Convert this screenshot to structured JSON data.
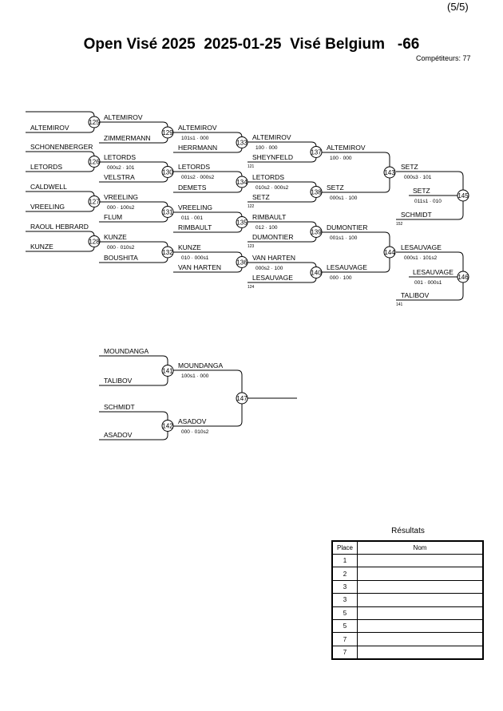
{
  "header": {
    "page": "(5/5)",
    "event": "Open Visé 2025",
    "date": "2025-01-25",
    "location": "Visé Belgium",
    "category": "-66",
    "competitors": "Compétiteurs: 77"
  },
  "bracket": {
    "round1": [
      {
        "id": "125",
        "top": "",
        "bottom": "ALTEMIROV"
      },
      {
        "id": "126",
        "top": "SCHONENBERGER",
        "bottom": "LETORDS"
      },
      {
        "id": "127",
        "top": "CALDWELL",
        "bottom": "VREELING"
      },
      {
        "id": "128",
        "top": "RAOUL HEBRARD",
        "bottom": "KUNZE"
      }
    ],
    "round2": [
      {
        "id": "129",
        "top": "ALTEMIROV",
        "top_score": "",
        "bottom": "ZIMMERMANN",
        "bottom_score": ""
      },
      {
        "id": "130",
        "top": "LETORDS",
        "top_score": "000s2 · 101",
        "bottom": "VELSTRA",
        "bottom_score": ""
      },
      {
        "id": "131",
        "top": "VREELING",
        "top_score": "000 · 100s2",
        "bottom": "FLUM",
        "bottom_score": ""
      },
      {
        "id": "132",
        "top": "KUNZE",
        "top_score": "000 · 010s2",
        "bottom": "BOUSHITA",
        "bottom_score": ""
      }
    ],
    "round3": [
      {
        "id": "133",
        "top": "ALTEMIROV",
        "top_score": "101s1 · 000",
        "bottom": "HERRMANN",
        "bottom_score": ""
      },
      {
        "id": "134",
        "top": "LETORDS",
        "top_score": "001s2 · 000s2",
        "bottom": "DEMETS",
        "bottom_score": ""
      },
      {
        "id": "135",
        "top": "VREELING",
        "top_score": "011 · 001",
        "bottom": "RIMBAULT",
        "bottom_score": ""
      },
      {
        "id": "136",
        "top": "KUNZE",
        "top_score": "010 · 000s1",
        "bottom": "VAN HARTEN",
        "bottom_score": ""
      }
    ],
    "round4": [
      {
        "id": "137",
        "top": "ALTEMIROV",
        "top_score": "100 · 000",
        "bottom": "SHEYNFELD",
        "bottom_score": "",
        "note": "121"
      },
      {
        "id": "138",
        "top": "LETORDS",
        "top_score": "010s2 · 000s2",
        "bottom": "SETZ",
        "bottom_score": "",
        "note": "122"
      },
      {
        "id": "139",
        "top": "RIMBAULT",
        "top_score": "012 · 100",
        "bottom": "DUMONTIER",
        "bottom_score": "",
        "note": "123"
      },
      {
        "id": "140",
        "top": "VAN HARTEN",
        "top_score": "000s2 · 100",
        "bottom": "LESAUVAGE",
        "bottom_score": "",
        "note": "124"
      }
    ],
    "round5": [
      {
        "id": "143",
        "top": "ALTEMIROV",
        "top_score": "100 · 000",
        "bottom": "SETZ",
        "bottom_score": "000s1 · 100"
      },
      {
        "id": "144",
        "top": "DUMONTIER",
        "top_score": "001s1 · 100",
        "bottom": "LESAUVAGE",
        "bottom_score": "000 · 100"
      }
    ],
    "round6": [
      {
        "id": "145",
        "top": "SETZ",
        "top_score": "000s3 · 101",
        "bottom": "SCHMIDT",
        "bottom_score": "",
        "mid": "SETZ",
        "mid_score": "011s1 · 010",
        "note": "152"
      },
      {
        "id": "146",
        "top": "LESAUVAGE",
        "top_score": "000s1 · 101s2",
        "bottom": "TALIBOV",
        "bottom_score": "",
        "mid": "LESAUVAGE",
        "mid_score": "001 · 000s1",
        "note": "141"
      }
    ],
    "final_block": [
      {
        "id": "141",
        "top": "MOUNDANGA",
        "bottom": "TALIBOV"
      },
      {
        "id": "142",
        "top": "SCHMIDT",
        "bottom": "ASADOV"
      }
    ],
    "final_round": [
      {
        "id": "147",
        "top": "MOUNDANGA",
        "top_score": "100s1 · 000",
        "bottom": "ASADOV",
        "bottom_score": "000 · 010s2"
      }
    ]
  },
  "results": {
    "title": "Résultats",
    "col_place": "Place",
    "col_name": "Nom",
    "rows": [
      {
        "place": "1",
        "name": ""
      },
      {
        "place": "2",
        "name": ""
      },
      {
        "place": "3",
        "name": ""
      },
      {
        "place": "3",
        "name": ""
      },
      {
        "place": "5",
        "name": ""
      },
      {
        "place": "5",
        "name": ""
      },
      {
        "place": "7",
        "name": ""
      },
      {
        "place": "7",
        "name": ""
      }
    ]
  }
}
